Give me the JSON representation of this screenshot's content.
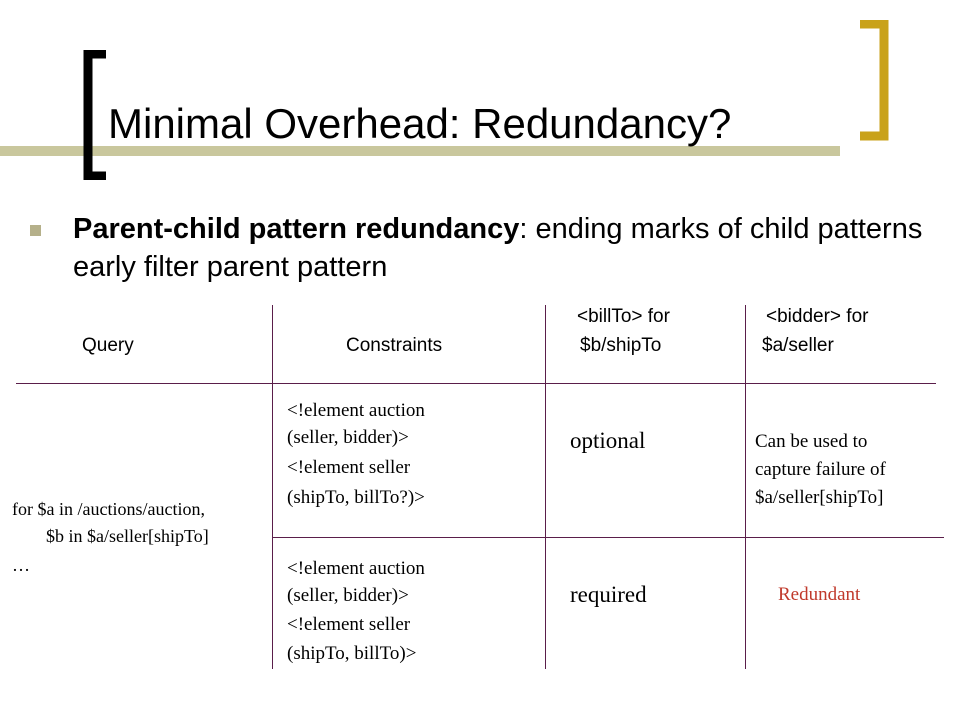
{
  "slide": {
    "title": "Minimal Overhead: Redundancy?",
    "bullet": {
      "bold": "Parent-child pattern redundancy",
      "rest": ": ending marks of child patterns early filter parent pattern"
    }
  },
  "table": {
    "headers": {
      "query": "Query",
      "constraints": "Constraints",
      "billto_line1": "<billTo> for",
      "billto_line2": "$b/shipTo",
      "bidder_line1": "<bidder> for",
      "bidder_line2": "$a/seller"
    },
    "query": {
      "line1": "for $a in /auctions/auction,",
      "line2": "$b in $a/seller[shipTo]",
      "line3": "…"
    },
    "rows": [
      {
        "constraints": [
          "<!element auction",
          "(seller, bidder)>",
          "<!element seller",
          "(shipTo, billTo?)>"
        ],
        "billto": "optional",
        "bidder": [
          "Can be used to",
          "capture failure of",
          "$a/seller[shipTo]"
        ]
      },
      {
        "constraints": [
          "<!element auction",
          "(seller, bidder)>",
          "<!element seller",
          "(shipTo, billTo)>"
        ],
        "billto": "required",
        "bidder": [
          "Redundant"
        ]
      }
    ]
  },
  "colors": {
    "bracket_dark": "#000000",
    "bracket_gold": "#c9a21a",
    "title_bar": "#c9c79d",
    "bullet": "#b5b08a",
    "table_lines": "#5a1e4a",
    "redundant": "#c0392b"
  }
}
